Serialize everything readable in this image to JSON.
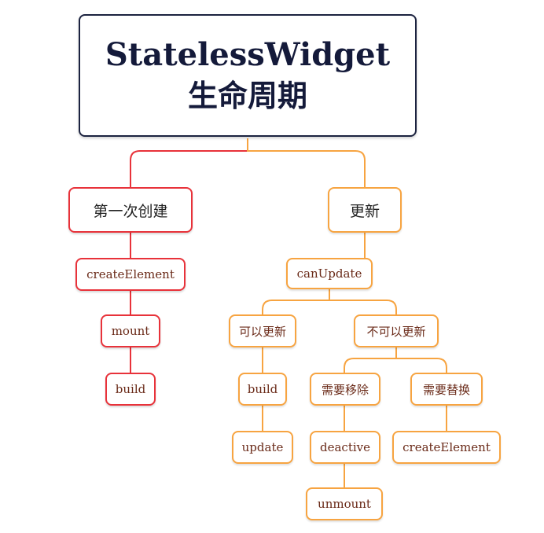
{
  "title": {
    "line1": "StatelessWidget",
    "line2": "生命周期"
  },
  "colors": {
    "red_branch": "#e8323a",
    "orange_branch": "#f7a441",
    "root_border": "#1c2340"
  },
  "create_branch": {
    "label": "第一次创建",
    "steps": [
      "createElement",
      "mount",
      "build"
    ]
  },
  "update_branch": {
    "label": "更新",
    "check": "canUpdate",
    "can_update": {
      "label": "可以更新",
      "steps": [
        "build",
        "update"
      ]
    },
    "cannot_update": {
      "label": "不可以更新",
      "remove": {
        "label": "需要移除",
        "steps": [
          "deactive",
          "unmount"
        ]
      },
      "replace": {
        "label": "需要替换",
        "steps": [
          "createElement"
        ]
      }
    }
  }
}
